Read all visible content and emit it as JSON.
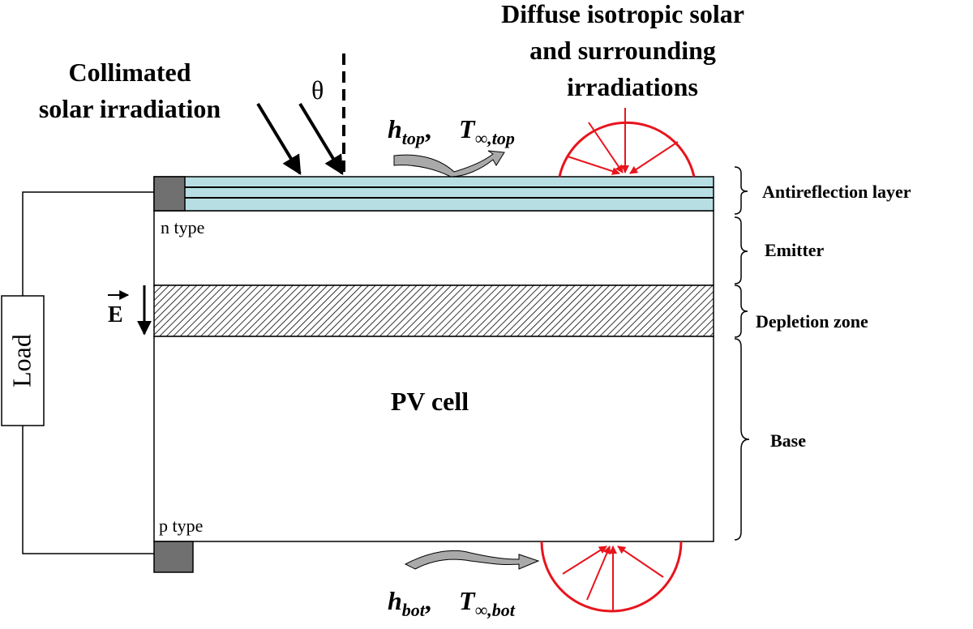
{
  "labels": {
    "collimated_line1": "Collimated",
    "collimated_line2": "solar irradiation",
    "theta": "θ",
    "diffuse_line1": "Diffuse isotropic solar",
    "diffuse_line2": "and surrounding",
    "diffuse_line3": "irradiations",
    "h_top": {
      "main": "h",
      "sub": "top"
    },
    "t_top": {
      "main": "T",
      "sub": "∞,top"
    },
    "h_bot": {
      "main": "h",
      "sub": "bot"
    },
    "t_bot": {
      "main": "T",
      "sub": "∞,bot"
    },
    "comma": ",",
    "n_type": "n type",
    "p_type": "p type",
    "e_field": "E",
    "pv_cell": "PV cell",
    "load": "Load"
  },
  "regions": [
    {
      "id": "antireflection",
      "label": "Antireflection layer"
    },
    {
      "id": "emitter",
      "label": "Emitter"
    },
    {
      "id": "depletion",
      "label": "Depletion zone"
    },
    {
      "id": "base",
      "label": "Base"
    }
  ],
  "colors": {
    "antireflection_fill": "#b7dfe3",
    "contact_fill": "#707070",
    "radiation": "#e8141c",
    "convection_arrow": "#a9a9a9",
    "outline": "#000000"
  }
}
